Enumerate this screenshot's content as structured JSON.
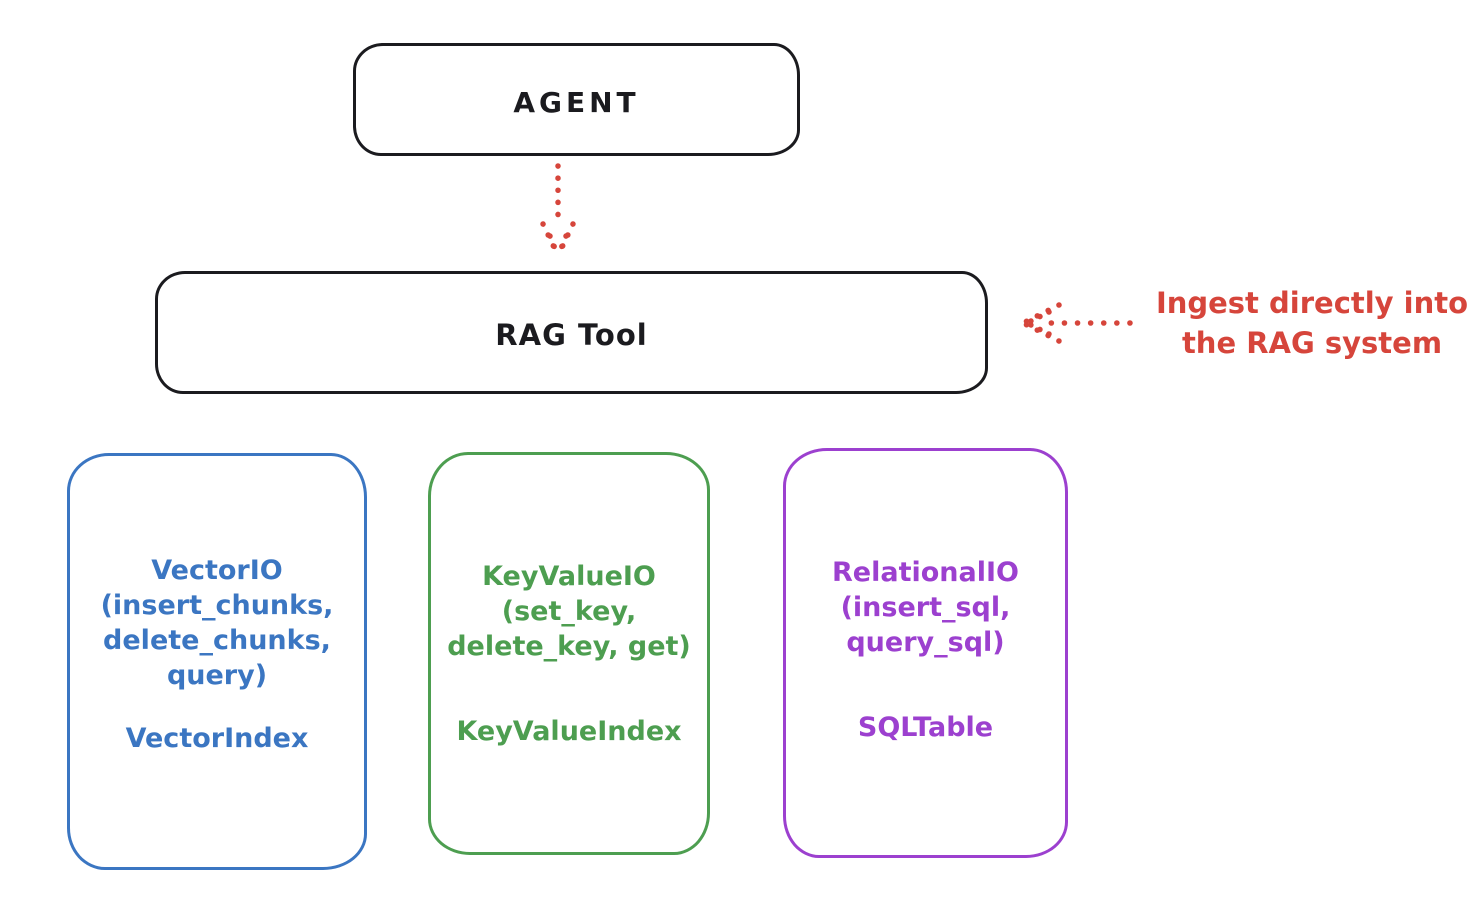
{
  "diagram": {
    "agent_box": {
      "label": "AGENT"
    },
    "rag_tool_box": {
      "label": "RAG Tool"
    },
    "annotation": {
      "line1": "Ingest directly into",
      "line2": "the RAG system"
    },
    "boxes": {
      "vector": {
        "line1": "VectorIO",
        "line2": "(insert_chunks,",
        "line3": "delete_chunks,",
        "line4": "query)",
        "index": "VectorIndex",
        "color": "#3b76c2"
      },
      "keyvalue": {
        "line1": "KeyValueIO",
        "line2": "(set_key,",
        "line3": "delete_key, get)",
        "index": "KeyValueIndex",
        "color": "#4d9e50"
      },
      "relational": {
        "line1": "RelationalIO",
        "line2": "(insert_sql,",
        "line3": "query_sql)",
        "index": "SQLTable",
        "color": "#9c40cf"
      }
    },
    "colors": {
      "ink": "#1b1b1f",
      "accent_red": "#d6453b",
      "background": "#ffffff"
    }
  }
}
